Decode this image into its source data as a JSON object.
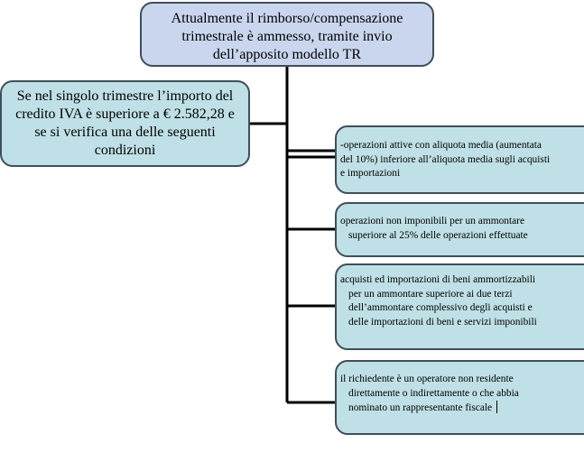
{
  "top_box": {
    "lines": [
      "Attualmente  il rimborso/compensazione",
      "trimestrale è ammesso, tramite invio",
      "dell’apposito modello TR"
    ]
  },
  "left_box": {
    "lines": [
      "Se nel singolo trimestre l’importo del",
      "credito IVA è superiore a € 2.582,28 e",
      "se si verifica una delle seguenti",
      "condizioni"
    ]
  },
  "conditions": [
    {
      "lines": [
        "-operazioni attive con aliquota media (aumentata",
        "del 10%) inferiore all’aliquota media sugli acquisti",
        "e importazioni"
      ]
    },
    {
      "lines": [
        "operazioni non imponibili per un ammontare",
        "superiore al 25% delle operazioni effettuate"
      ]
    },
    {
      "lines": [
        "acquisti ed importazioni di beni ammortizzabili",
        "per un ammontare superiore ai due terzi",
        "dell’ammontare complessivo degli acquisti e",
        "delle importazioni di beni e servizi imponibili"
      ]
    },
    {
      "lines": [
        "il richiedente è un operatore non residente",
        "direttamente o indirettamente o che abbia",
        "nominato un rappresentante fiscale"
      ]
    }
  ],
  "colors": {
    "top_fill": "#c9d6ee",
    "side_fill": "#bfe0e6",
    "border": "#3f4f5a",
    "connector": "#000000"
  }
}
